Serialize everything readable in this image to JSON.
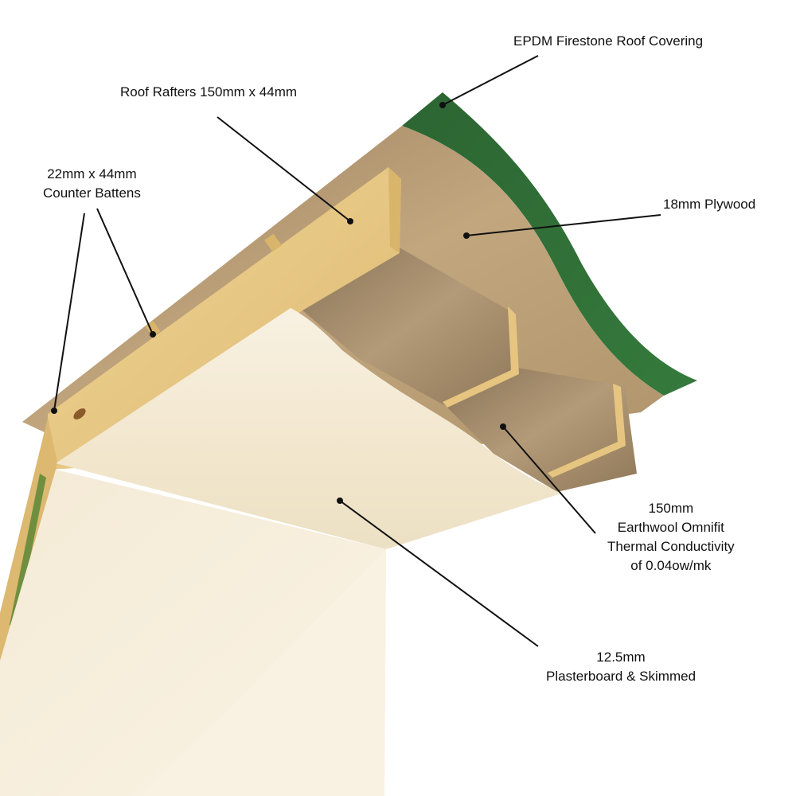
{
  "diagram": {
    "title": "Flat roof construction cross-section",
    "colors": {
      "epdm": "#2f6a36",
      "epdm_dark": "#23522a",
      "plywood": "#bfa27a",
      "plywood_dark": "#8c7352",
      "rafter": "#e9cc8a",
      "rafter_side": "#d8b56b",
      "insulation": "#a88f6e",
      "insulation_dark": "#7d6850",
      "plasterboard": "#f3e9d4",
      "plasterboard_light": "#f8f1e2",
      "plasterboard_shadow": "#e6d8bb",
      "leader": "#111111"
    },
    "labels": {
      "epdm": {
        "lines": [
          "EPDM Firestone Roof Covering"
        ]
      },
      "rafters": {
        "lines": [
          "Roof Rafters 150mm x 44mm"
        ]
      },
      "battens": {
        "lines": [
          "22mm x 44mm",
          "Counter Battens"
        ]
      },
      "plywood": {
        "lines": [
          "18mm Plywood"
        ]
      },
      "insulation": {
        "lines": [
          "150mm",
          "Earthwool Omnifit",
          "Thermal Conductivity",
          "of 0.04ow/mk"
        ]
      },
      "plasterboard": {
        "lines": [
          "12.5mm",
          "Plasterboard & Skimmed"
        ]
      }
    }
  }
}
